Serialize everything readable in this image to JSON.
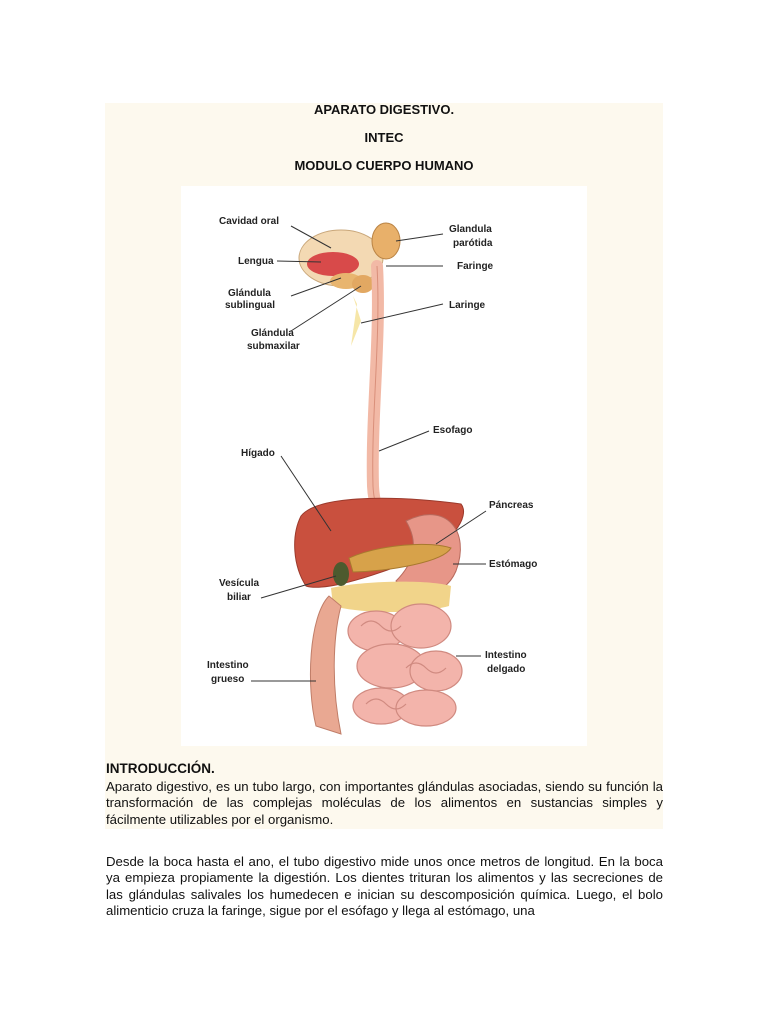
{
  "document": {
    "title_lines": [
      "APARATO DIGESTIVO.",
      "INTEC",
      "MODULO CUERPO HUMANO"
    ],
    "figure_labels": {
      "cavidad_oral": "Cavidad oral",
      "lengua": "Lengua",
      "glandula_sublingual_1": "Glándula",
      "glandula_sublingual_2": "sublingual",
      "glandula_submaxilar_1": "Glándula",
      "glandula_submaxilar_2": "submaxilar",
      "higado": "Hígado",
      "vesicula_1": "Vesícula",
      "vesicula_2": "biliar",
      "intestino_grueso_1": "Intestino",
      "intestino_grueso_2": "grueso",
      "glandula_parotida_1": "Glandula",
      "glandula_parotida_2": "parótida",
      "faringe": "Faringe",
      "laringe": "Laringe",
      "esofago": "Esofago",
      "pancreas": "Páncreas",
      "estomago": "Estómago",
      "intestino_delgado_1": "Intestino",
      "intestino_delgado_2": "delgado"
    },
    "intro_heading": "INTRODUCCIÓN.",
    "intro_text": "Aparato digestivo, es un tubo largo, con importantes glándulas asociadas, siendo su función la transformación de las complejas moléculas de los alimentos en sustancias simples y fácilmente utilizables por el organismo.",
    "paragraph_2": "Desde la boca hasta el ano, el tubo digestivo mide unos once metros de longitud. En la boca ya empieza propiamente la digestión. Los dientes trituran los alimentos y las secreciones de las glándulas salivales los humedecen e inician su descomposición química. Luego, el bolo alimenticio cruza la faringe, sigue por el esófago y llega al estómago, una"
  }
}
